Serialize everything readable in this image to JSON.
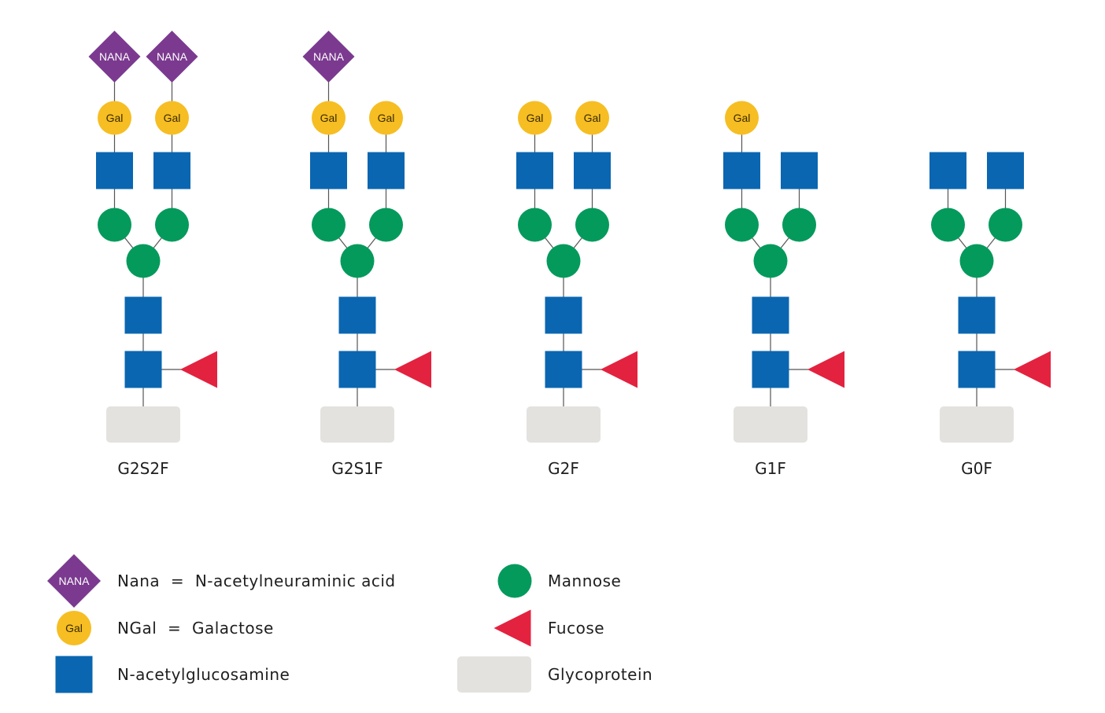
{
  "colors": {
    "nana": "#7b3a8f",
    "galactose": "#f6be23",
    "glcnac": "#0a66b1",
    "mannose": "#049a5b",
    "fucose": "#e3223f",
    "glycoprotein": "#e3e2df",
    "line": "#555555"
  },
  "symbols": {
    "nana": "NANA",
    "gal": "Gal"
  },
  "glycans": [
    {
      "label": "G2S2F",
      "left_gal": true,
      "right_gal": true,
      "left_nana": true,
      "right_nana": true
    },
    {
      "label": "G2S1F",
      "left_gal": true,
      "right_gal": true,
      "left_nana": true,
      "right_nana": false
    },
    {
      "label": "G2F",
      "left_gal": true,
      "right_gal": true,
      "left_nana": false,
      "right_nana": false
    },
    {
      "label": "G1F",
      "left_gal": true,
      "right_gal": false,
      "left_nana": false,
      "right_nana": false
    },
    {
      "label": "G0F",
      "left_gal": false,
      "right_gal": false,
      "left_nana": false,
      "right_nana": false
    }
  ],
  "legend": [
    {
      "symbol": "nana",
      "text": "Nana  =  N-acetylneuraminic acid"
    },
    {
      "symbol": "gal",
      "text": "NGal  =  Galactose"
    },
    {
      "symbol": "glcnac",
      "text": "N-acetylglucosamine"
    },
    {
      "symbol": "mannose",
      "text": "Mannose"
    },
    {
      "symbol": "fucose",
      "text": "Fucose"
    },
    {
      "symbol": "glycoprotein",
      "text": "Glycoprotein"
    }
  ]
}
